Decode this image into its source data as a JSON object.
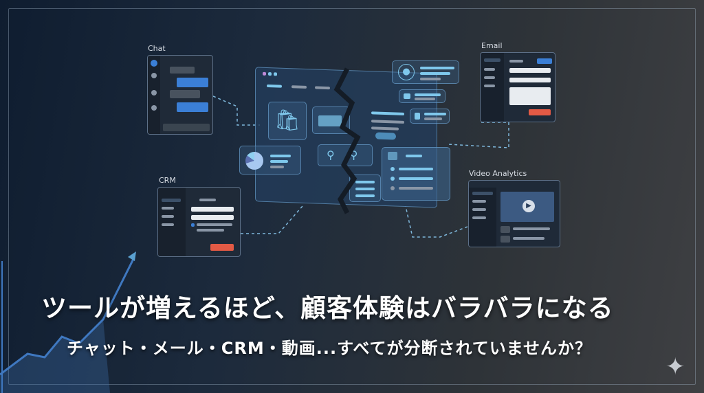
{
  "labels": {
    "chat": "Chat",
    "email": "Email",
    "crm": "CRM",
    "video": "Video Analytics"
  },
  "headline": "ツールが増えるほど、顧客体験はバラバラになる",
  "subheadline": "チャット・メール・CRM・動画...すべてが分断されていませんか？",
  "colors": {
    "accent": "#3b7fd6",
    "alert": "#e35a45",
    "glass": "#7fc8ec"
  }
}
